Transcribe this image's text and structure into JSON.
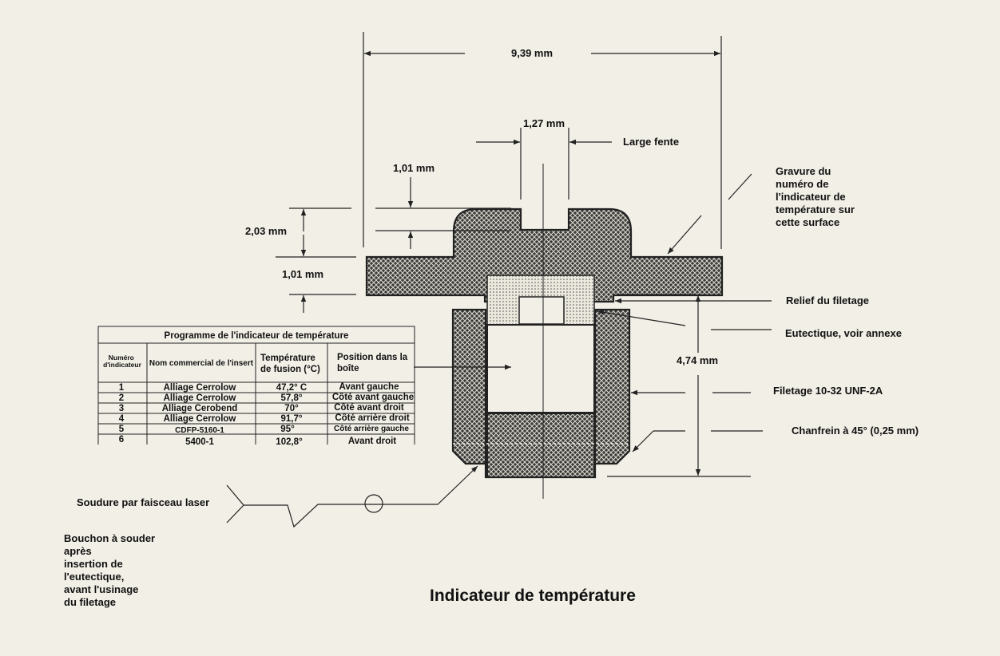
{
  "dimensions": {
    "overall_width": "9,39 mm",
    "slot_width": "1,27 mm",
    "slot_depth": "1,01 mm",
    "head_height": "2,03 mm",
    "flange_thickness": "1,01 mm",
    "thread_length": "4,74 mm"
  },
  "labels": {
    "large_slot": "Large fente",
    "engraving": [
      "Gravure du",
      "numéro de",
      "l'indicateur de",
      "température sur",
      "cette surface"
    ],
    "thread_relief": "Relief du filetage",
    "eutectic": "Eutectique, voir annexe",
    "thread": "Filetage 10-32 UNF-2A",
    "chamfer": "Chanfrein à 45°  (0,25 mm)",
    "laser_weld": "Soudure par faisceau laser",
    "plug": [
      "Bouchon à souder",
      "après",
      "insertion de",
      "l'eutectique,",
      "avant l'usinage",
      "du filetage"
    ]
  },
  "title": "Indicateur de température",
  "table": {
    "title": "Programme de l'indicateur de température",
    "headers": [
      [
        "Numéro",
        "d'indicateur"
      ],
      [
        "Nom commercial de l'insert"
      ],
      [
        "Température",
        "de fusion (°C)"
      ],
      [
        "Position dans la",
        "boîte"
      ]
    ],
    "rows": [
      [
        "1",
        "Alliage Cerrolow",
        "47,2° C",
        "Avant gauche"
      ],
      [
        "2",
        "Alliage Cerrolow",
        "57,8°",
        "Côté avant gauche"
      ],
      [
        "3",
        "Alliage Cerobend",
        "70°",
        "Côté avant droit"
      ],
      [
        "4",
        "Alliage Cerrolow",
        "91,7°",
        "Côté arrière droit"
      ],
      [
        "5",
        "CDFP-5160-1",
        "95°",
        "Côté arrière gauche"
      ],
      [
        "6",
        "5400-1",
        "102,8°",
        "Avant droit"
      ]
    ]
  },
  "colors": {
    "paper": "#f1efe6",
    "ink": "#222222"
  }
}
